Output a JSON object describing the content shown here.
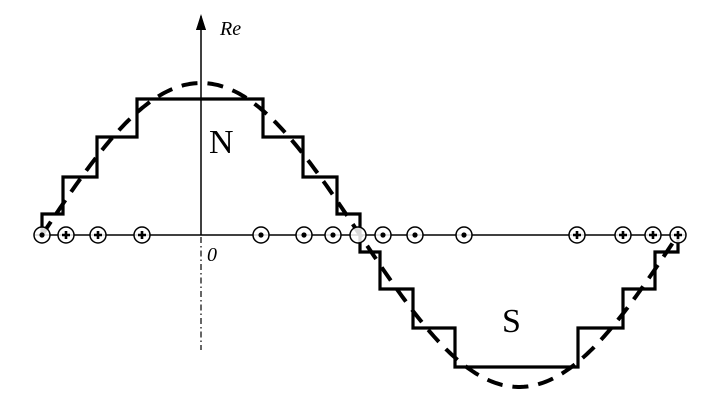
{
  "labels": {
    "axis_label": "Re",
    "origin": "0",
    "north_pole": "N",
    "south_pole": "S"
  },
  "conductors": [
    "dot",
    "plus",
    "plus",
    "plus",
    "dot",
    "dot",
    "dot",
    "empty",
    "dot",
    "dot",
    "dot",
    "plus",
    "plus",
    "plus",
    "plus"
  ],
  "colors": {
    "stroke": "#000000",
    "background": "#ffffff"
  }
}
